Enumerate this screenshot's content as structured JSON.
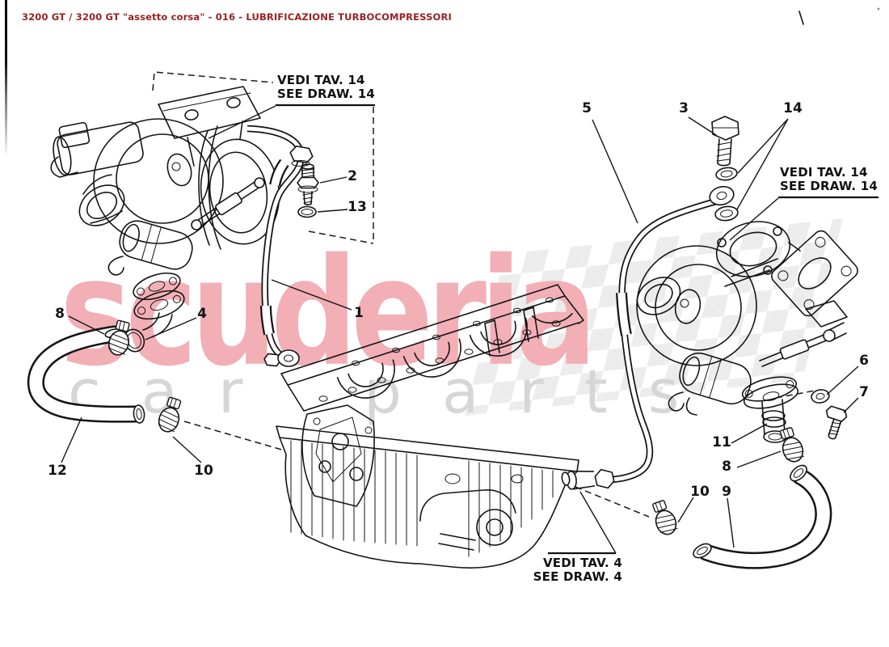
{
  "title": "3200 GT / 3200 GT \"assetto corsa\" - 016 - LUBRIFICAZIONE TURBOCOMPRESSORI",
  "watermark": {
    "primary": "scuderia",
    "secondary": "car parts",
    "primary_color": "#f2afb6",
    "secondary_color": "#d6d6d6"
  },
  "callouts": {
    "tav14_left": {
      "line1": "VEDI TAV. 14",
      "line2": "SEE DRAW. 14"
    },
    "tav14_right": {
      "line1": "VEDI TAV. 14",
      "line2": "SEE DRAW. 14"
    },
    "tav4": {
      "line1": "VEDI TAV. 4",
      "line2": "SEE DRAW. 4"
    }
  },
  "parts": {
    "p1": "1",
    "p2": "2",
    "p3": "3",
    "p4": "4",
    "p5": "5",
    "p6": "6",
    "p7": "7",
    "p8": "8",
    "p9": "9",
    "p10": "10",
    "p11": "11",
    "p12": "12",
    "p13": "13",
    "p14": "14"
  },
  "colors": {
    "title_text": "#992222",
    "line_art": "#141414"
  }
}
